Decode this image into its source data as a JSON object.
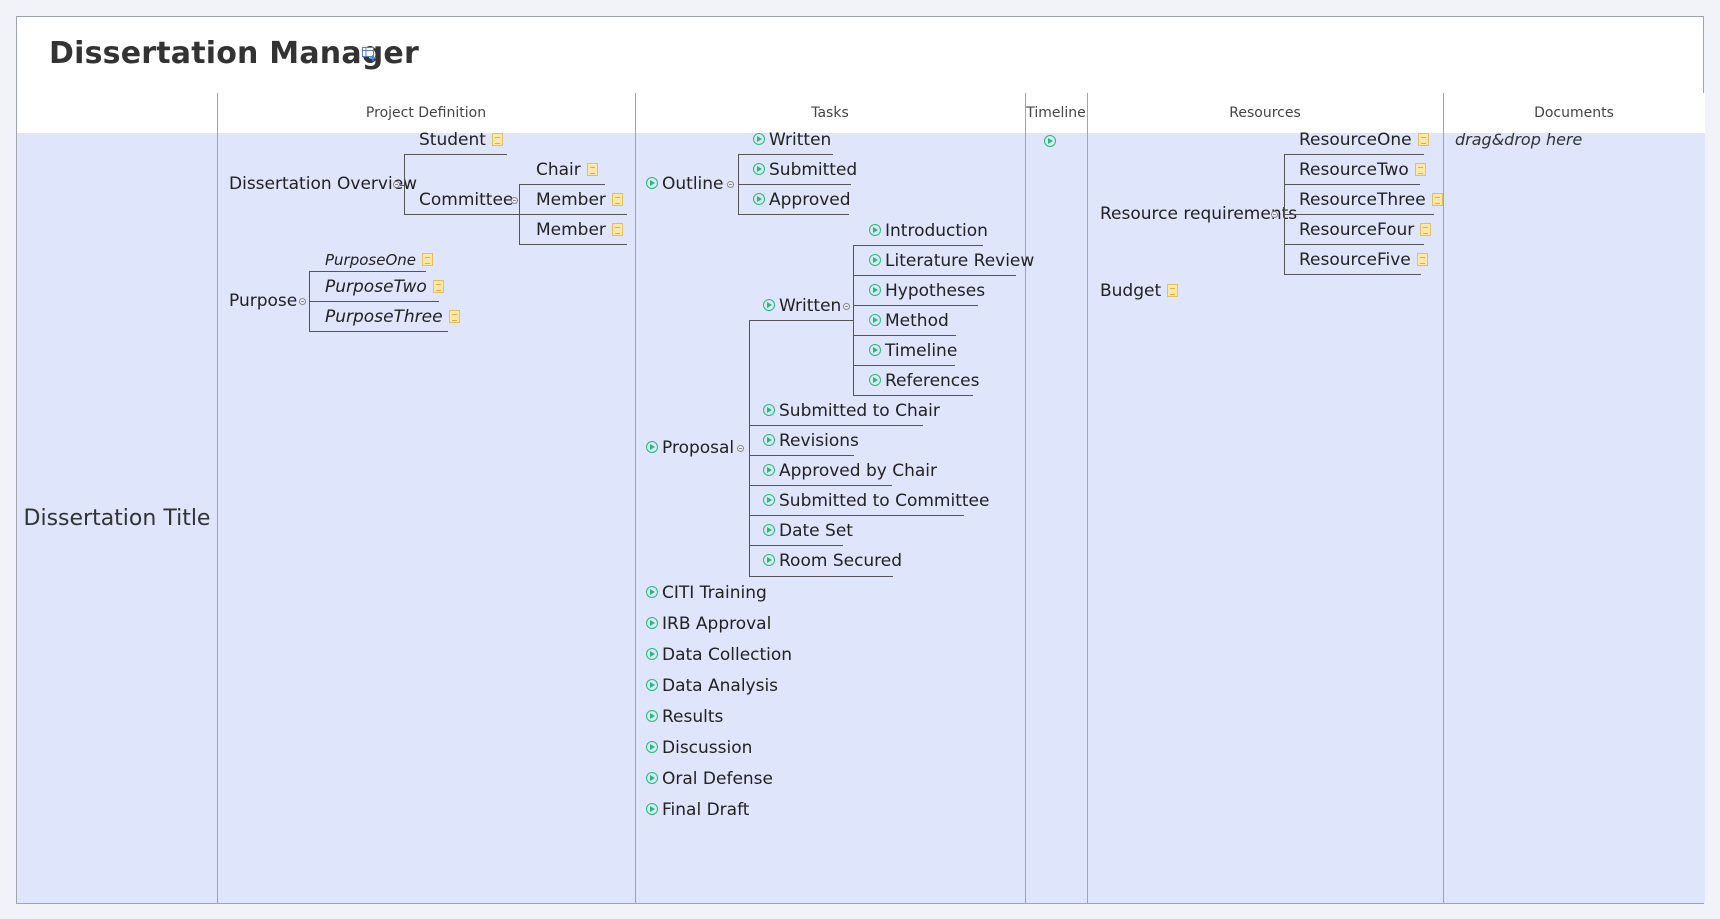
{
  "title": "Dissertation Manager",
  "columns": {
    "project_definition": "Project Definition",
    "tasks": "Tasks",
    "timeline": "Timeline",
    "resources": "Resources",
    "documents": "Documents"
  },
  "row_title": "Dissertation Title",
  "project_definition": {
    "overview": "Dissertation Overview",
    "student": "Student",
    "committee": "Committee",
    "chair": "Chair",
    "member1": "Member",
    "member2": "Member",
    "purpose": "Purpose",
    "purpose_one": "PurposeOne",
    "purpose_two": "PurposeTwo",
    "purpose_three": "PurposeThree"
  },
  "tasks": {
    "outline": "Outline",
    "outline_written": "Written",
    "outline_submitted": "Submitted",
    "outline_approved": "Approved",
    "proposal": "Proposal",
    "proposal_written": "Written",
    "introduction": "Introduction",
    "literature_review": "Literature Review",
    "hypotheses": "Hypotheses",
    "method": "Method",
    "timeline": "Timeline",
    "references": "References",
    "submitted_to_chair": "Submitted to Chair",
    "revisions": "Revisions",
    "approved_by_chair": "Approved by Chair",
    "submitted_to_committee": "Submitted to Committee",
    "date_set": "Date Set",
    "room_secured": "Room Secured",
    "citi_training": "CITI Training",
    "irb_approval": "IRB Approval",
    "data_collection": "Data Collection",
    "data_analysis": "Data Analysis",
    "results": "Results",
    "discussion": "Discussion",
    "oral_defense": "Oral Defense",
    "final_draft": "Final Draft"
  },
  "resources": {
    "requirements": "Resource requirements",
    "r1": "ResourceOne",
    "r2": "ResourceTwo",
    "r3": "ResourceThree",
    "r4": "ResourceFour",
    "r5": "ResourceFive",
    "budget": "Budget"
  },
  "documents": {
    "placeholder": "drag&drop here"
  },
  "colors": {
    "body_bg": "#dfe5fb",
    "task_icon": "#1fbf74",
    "note_icon": "#fde7a6",
    "border": "#9fa3ab"
  }
}
